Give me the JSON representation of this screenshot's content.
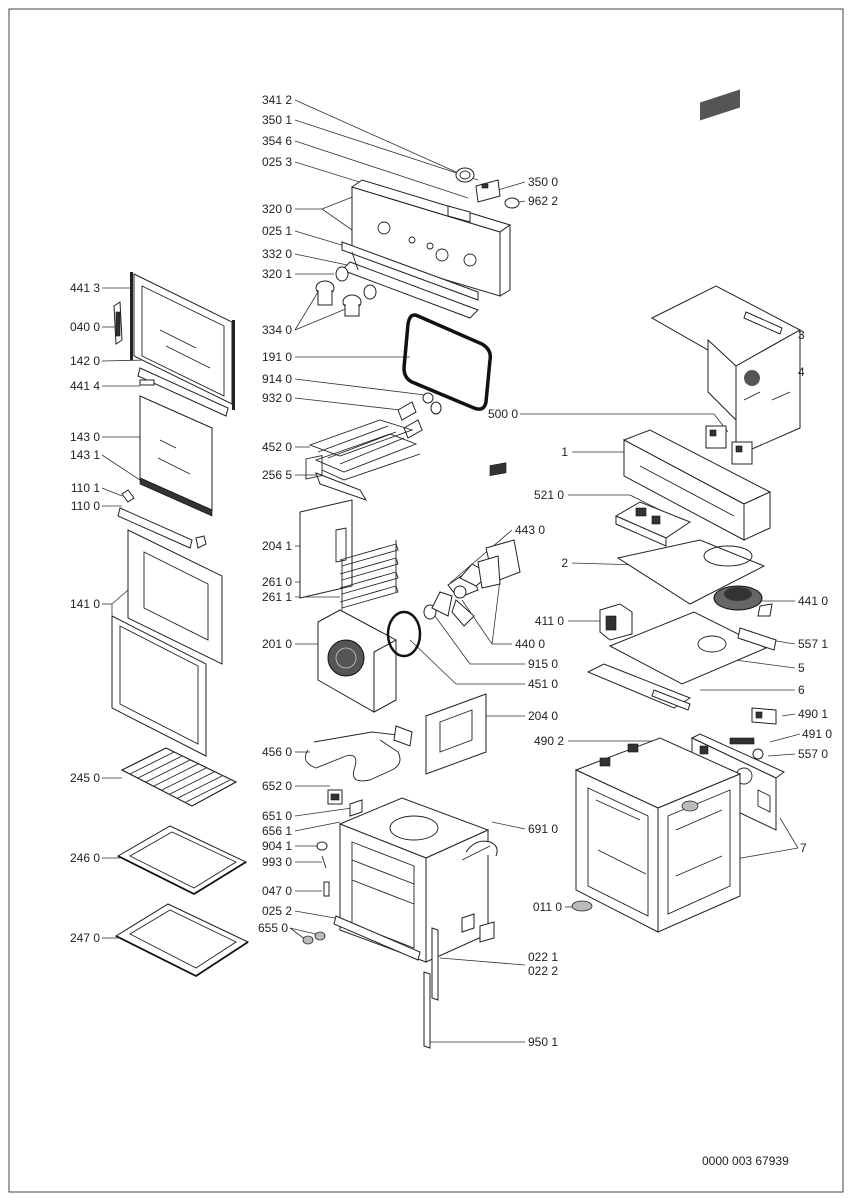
{
  "document_code": "0000 003 67939",
  "part_labels": [
    "341 2",
    "350 1",
    "354 6",
    "025 3",
    "320 0",
    "025 1",
    "332 0",
    "320 1",
    "334 0",
    "191 0",
    "914 0",
    "932 0",
    "452 0",
    "256 5",
    "204 1",
    "261 0",
    "261 1",
    "201 0",
    "456 0",
    "652 0",
    "651 0",
    "656 1",
    "904 1",
    "993 0",
    "047 0",
    "025 2",
    "655 0",
    "350 0",
    "962 2",
    "443 0",
    "440 0",
    "915 0",
    "451 0",
    "204 0",
    "691 0",
    "022 1",
    "022 2",
    "950 1",
    "441 3",
    "040 0",
    "142 0",
    "441 4",
    "143 0",
    "143 1",
    "110 1",
    "110 0",
    "141 0",
    "245 0",
    "246 0",
    "247 0",
    "3",
    "4",
    "500 0",
    "1",
    "521 0",
    "2",
    "441 0",
    "411 0",
    "557 1",
    "5",
    "6",
    "490 1",
    "490 2",
    "491 0",
    "557 0",
    "7",
    "011 0"
  ]
}
